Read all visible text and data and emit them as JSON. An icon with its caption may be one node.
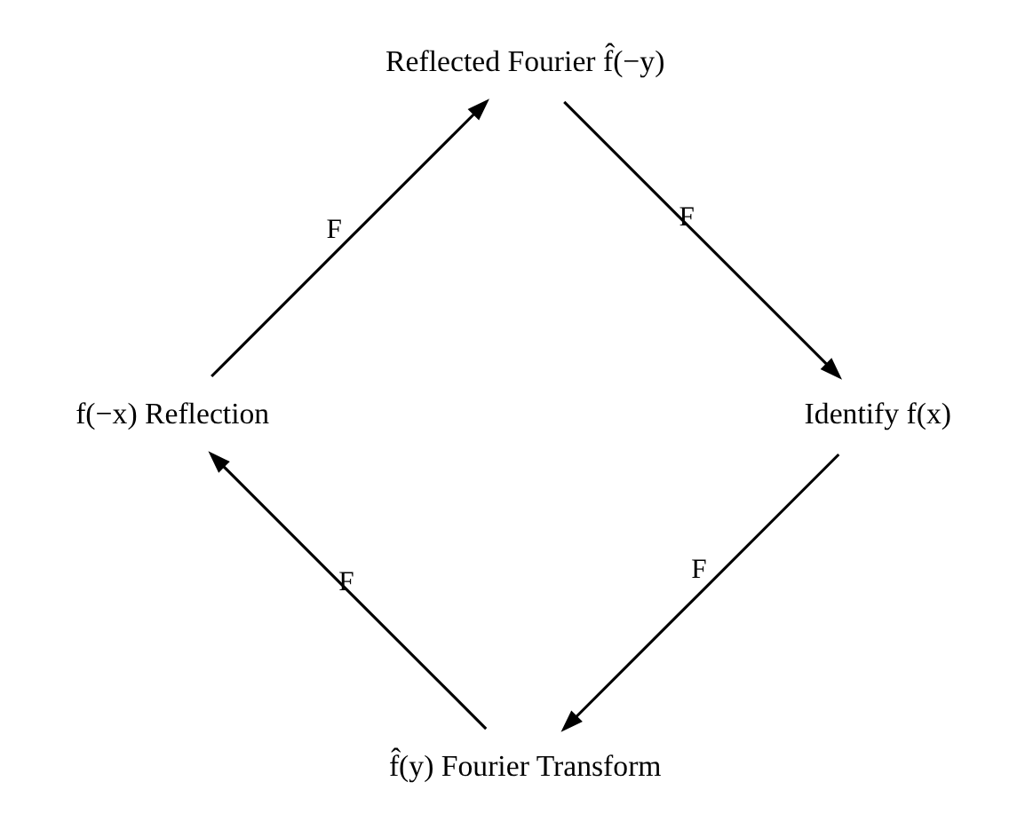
{
  "diagram": {
    "nodes": [
      {
        "text": [
          "f̂(y) Fourier Transform"
        ]
      },
      {
        "text": [
          "f(−x) Reflection"
        ]
      },
      {
        "text": [
          "Reflected Fourier f̂(−y)"
        ]
      },
      {
        "text": [
          "Identify f(x)"
        ]
      }
    ],
    "edges": [
      {
        "from": 3,
        "to": 0,
        "arrow": "to",
        "label": "F"
      },
      {
        "from": 0,
        "to": 1,
        "arrow": "to",
        "label": "F"
      },
      {
        "from": 1,
        "to": 2,
        "arrow": "to",
        "label": "F"
      },
      {
        "from": 2,
        "to": 3,
        "arrow": "to",
        "label": "F"
      }
    ]
  }
}
